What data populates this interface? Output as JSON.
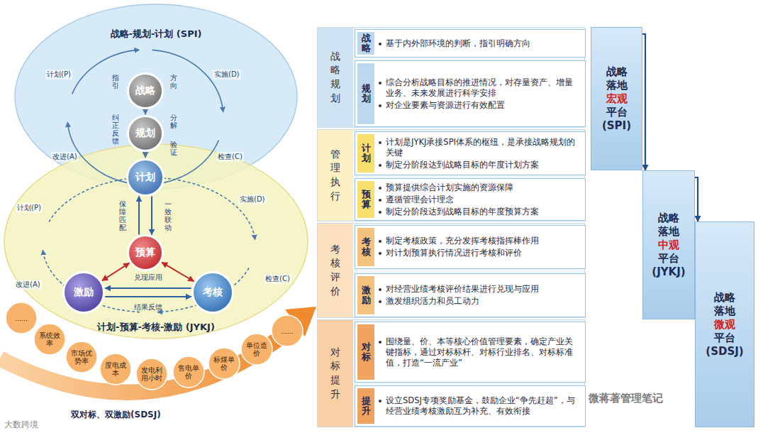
{
  "diagram": {
    "nodes": [
      {
        "text": [
          "战略-规划-计划 (SPI)"
        ]
      },
      {
        "text": [
          "计划-预算-考核-激励 (JYKJ)"
        ]
      },
      {
        "text": [
          "战略"
        ]
      },
      {
        "text": [
          "规划"
        ]
      },
      {
        "text": [
          "计划"
        ]
      },
      {
        "text": [
          "预算"
        ]
      },
      {
        "text": [
          "激励"
        ]
      },
      {
        "text": [
          "考核"
        ]
      },
      {
        "text": [
          "......"
        ]
      },
      {
        "text": [
          "系统效率"
        ]
      },
      {
        "text": [
          "市场优势率"
        ]
      },
      {
        "text": [
          "度电成本"
        ]
      },
      {
        "text": [
          "发电利用小时"
        ]
      },
      {
        "text": [
          "售电单价"
        ]
      },
      {
        "text": [
          "标煤单价"
        ]
      },
      {
        "text": [
          "单位造价"
        ]
      },
      {
        "text": [
          "......"
        ]
      },
      {
        "text": [
          "战略规划"
        ]
      },
      {
        "text": [
          "战略",
          "基于内外部环境的判断，指引明确方向"
        ],
        "in": 17
      },
      {
        "text": [
          "规划",
          "综合分析战略目标的推进情况，对存量资产、增量业务、未来发展进行科学安排",
          "对企业要素与资源进行有效配置"
        ],
        "in": 17
      },
      {
        "text": [
          "管理执行"
        ]
      },
      {
        "text": [
          "计划",
          "计划是JYKJ承接SPI体系的枢纽，是承接战略规划的关键",
          "制定分阶段达到战略目标的年度计划方案"
        ],
        "in": 20
      },
      {
        "text": [
          "预算",
          "预算提供综合计划实施的资源保障",
          "遵循管理会计理念",
          "制定分阶段达到战略目标的年度预算方案"
        ],
        "in": 20
      },
      {
        "text": [
          "考核评价"
        ]
      },
      {
        "text": [
          "考核",
          "制定考核政策，充分发挥考核指挥棒作用",
          "对计划预算执行情况进行考核和评价"
        ],
        "in": 23
      },
      {
        "text": [
          "激励",
          "对经营业绩考核评价结果进行兑现与应用",
          "激发组织活力和员工动力"
        ],
        "in": 23
      },
      {
        "text": [
          "对标提升"
        ]
      },
      {
        "text": [
          "对标",
          "围绕量、价、本等核心价值管理要素，确定产业关键指标，通过对标标杆、对标行业排名、对标标准值，打造“一流产业”"
        ],
        "in": 26
      },
      {
        "text": [
          "提升",
          "设立SDSJ专项奖励基金，鼓励企业“争先赶超”，与经营业绩考核激励互为补充、有效衔接"
        ],
        "in": 26
      },
      {
        "text": [
          "战略落地",
          "宏观",
          "平台",
          "(SPI)"
        ]
      },
      {
        "text": [
          "战略落地",
          "中观",
          "平台",
          "(JYKJ)"
        ]
      },
      {
        "text": [
          "战略落地",
          "微观",
          "平台",
          "(SDSJ)"
        ]
      }
    ],
    "edges": [
      {
        "from": 2,
        "to": 3,
        "arrow": "to"
      },
      {
        "from": 3,
        "to": 4,
        "arrow": "to"
      },
      {
        "from": 5,
        "to": 4,
        "arrow": "to",
        "label": "保障匹配"
      },
      {
        "from": 4,
        "to": 5,
        "arrow": "to",
        "label": "一致联动"
      },
      {
        "from": 5,
        "to": 6,
        "arrow": "both"
      },
      {
        "from": 5,
        "to": 7,
        "arrow": "both"
      },
      {
        "from": 7,
        "to": 6,
        "arrow": "to",
        "label": "兑现应用"
      },
      {
        "from": 6,
        "to": 7,
        "arrow": "to",
        "label": "结果反馈"
      },
      {
        "from": 29,
        "to": 30,
        "arrow": "to"
      },
      {
        "from": 30,
        "to": 31,
        "arrow": "to"
      }
    ],
    "labels": [
      "计划(P)",
      "实施(D)",
      "检查(C)",
      "改进(A)",
      "计划(P)",
      "实施(D)",
      "检查(C)",
      "改进(A)",
      "指引",
      "方向",
      "验证",
      "分解",
      "纠正反馈",
      "双对标、双激励(SDSJ)",
      "大数跨境",
      "微蒋著管理笔记"
    ]
  }
}
